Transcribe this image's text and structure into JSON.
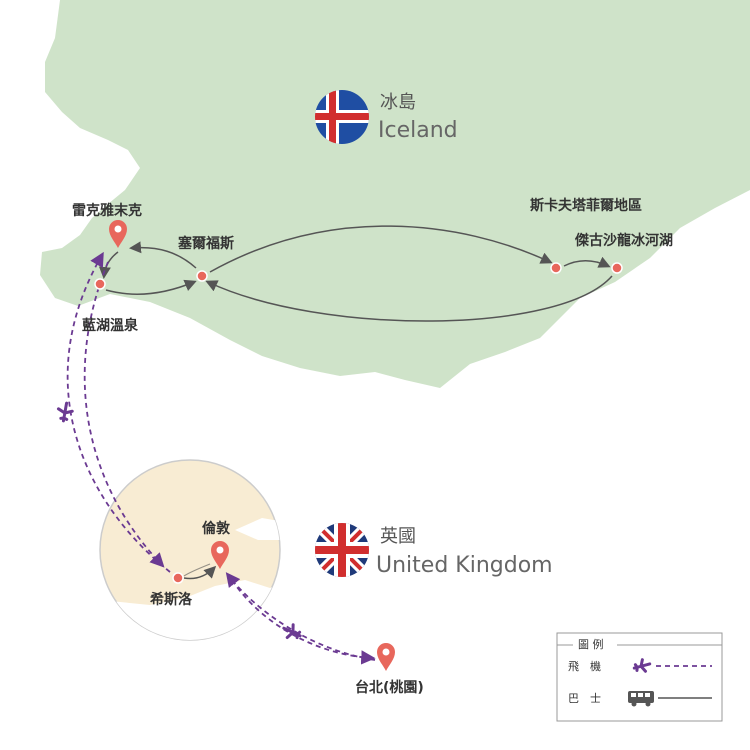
{
  "countries": {
    "iceland": {
      "name_zh": "冰島",
      "name_en": "Iceland"
    },
    "uk": {
      "name_zh": "英國",
      "name_en": "United Kingdom"
    }
  },
  "places": {
    "reykjavik": "雷克雅末克",
    "selfoss": "塞爾福斯",
    "blue_lagoon": "藍湖溫泉",
    "skaftafell": "斯卡夫塔菲爾地區",
    "jokulsarlon": "傑古沙龍冰河湖",
    "london": "倫敦",
    "heathrow": "希斯洛",
    "taipei": "台北(桃園)"
  },
  "legend": {
    "title": "圖 例",
    "flight_label": "飛　機",
    "bus_label": "巴　士"
  },
  "colors": {
    "land_iceland": "#cfe3c9",
    "land_uk": "#f8ecd3",
    "sea": "#ffffff",
    "flight_route": "#6b3a92",
    "bus_route": "#555555",
    "marker": "#e8675c"
  }
}
